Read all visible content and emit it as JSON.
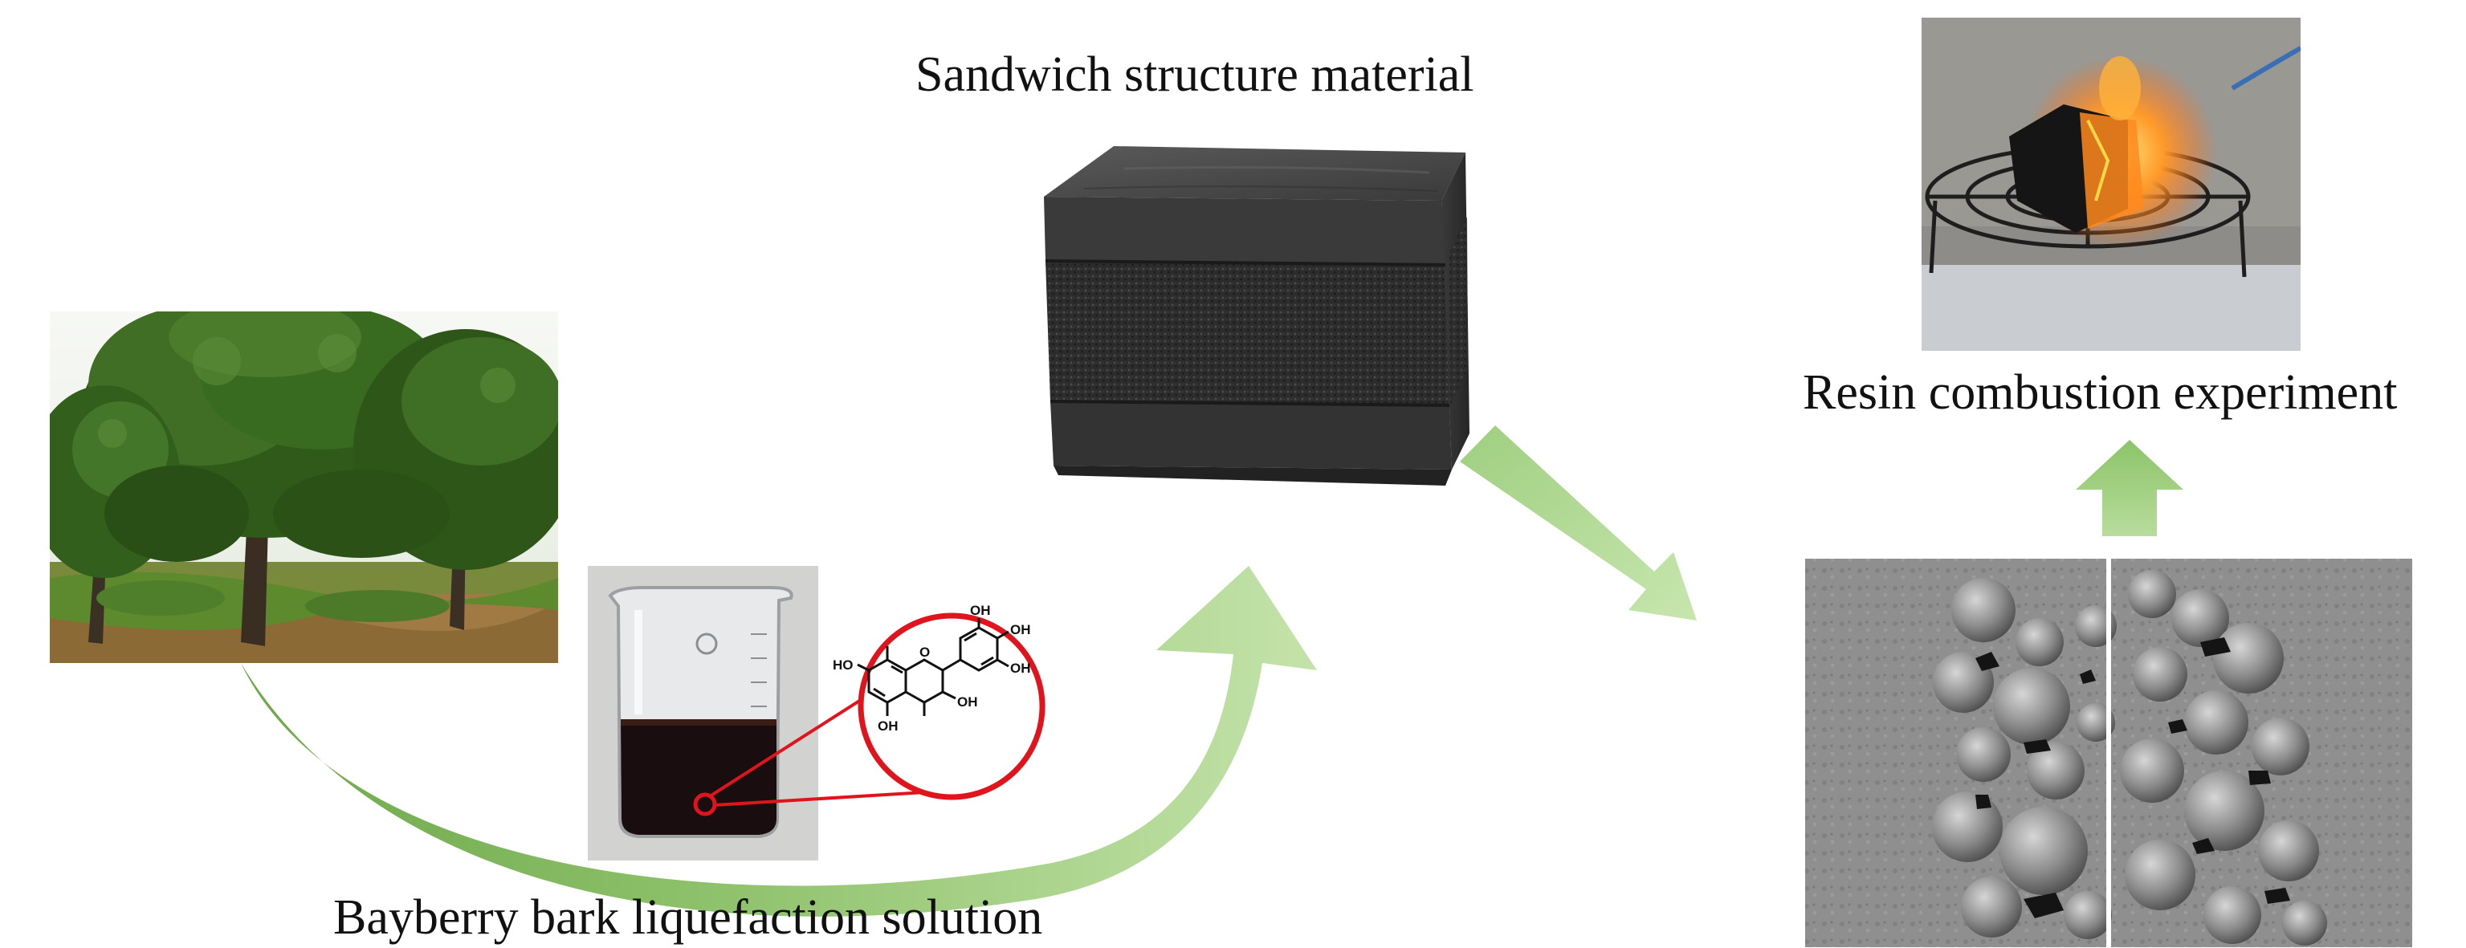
{
  "labels": {
    "sandwich": "Sandwich structure material",
    "combustion": "Resin combustion experiment",
    "bayberry": "Bayberry bark liquefaction solution"
  },
  "molecule": {
    "substituents": [
      "OH",
      "OH",
      "OH",
      "HO",
      "OH",
      "OH"
    ],
    "ring_oxygen": "O"
  },
  "colors": {
    "arrow_light": "#b7dc9a",
    "arrow_dark": "#6ea84a",
    "highlight_red": "#e0141c",
    "tree_green": "#3e6b23",
    "solution_dark": "#1a0d0f",
    "sem_gray": "#8e8e8e",
    "flame": "#ff8a1c"
  }
}
